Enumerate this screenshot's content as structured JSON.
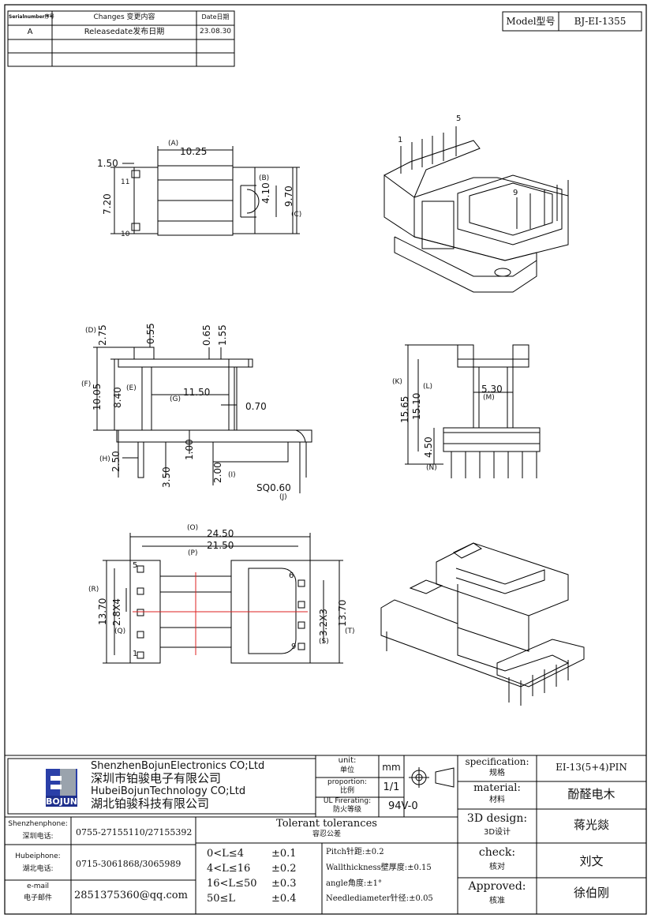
{
  "revision_table": {
    "headers": [
      "Serialnumber序号",
      "Changes 变更内容",
      "Date日期"
    ],
    "rows": [
      {
        "serial": "A",
        "change": "Releasedate发布日期",
        "date": "23.08.30"
      }
    ]
  },
  "model": {
    "label": "Model型号",
    "value": "BJ-EI-1355"
  },
  "views": {
    "top": {
      "dims": [
        "1.50",
        "(A)",
        "10.25",
        "(B)",
        "4.10",
        "9.70",
        "(C)",
        "7.20"
      ],
      "pins": [
        "11",
        "10"
      ]
    },
    "side": {
      "dims": [
        "(D)",
        "2.75",
        "0.55",
        "0.65",
        "1.55",
        "(F)",
        "10.05",
        "8.40",
        "(E)",
        "11.50",
        "(G)",
        "0.70",
        "(H)",
        "2.50",
        "3.50",
        "1.00",
        "2.00",
        "(I)",
        "SQ0.60",
        "(J)"
      ]
    },
    "end": {
      "dims": [
        "(K)",
        "15.65",
        "(L)",
        "15.10",
        "5.30",
        "(M)",
        "4.50",
        "(N)"
      ]
    },
    "bottom": {
      "dims": [
        "(O)",
        "24.50",
        "21.50",
        "(P)",
        "(R)",
        "13.70",
        "2.8X4",
        "(Q)",
        "3.2X3",
        "(S)",
        "13.70",
        "(T)"
      ],
      "pins": [
        "5",
        "1",
        "6",
        "9"
      ]
    },
    "iso": {
      "pins": [
        "1",
        "5",
        "9"
      ]
    }
  },
  "title_block": {
    "company": {
      "lines": [
        "ShenzhenBojunElectronics CO;Ltd",
        "深圳市铂骏电子有限公司",
        "HubeiBojunTechnology CO;Ltd",
        "湖北铂骏科技有限公司"
      ],
      "logo_text": "BOJUN"
    },
    "unit": {
      "label_en": "unit:",
      "label_cn": "单位",
      "value": "mm"
    },
    "proportion": {
      "label_en": "proportion:",
      "label_cn": "比例",
      "value": "1/1"
    },
    "ul": {
      "label_en": "UL Firerating:",
      "label_cn": "防火等级",
      "value": "94V-0"
    },
    "specification": {
      "label_en": "specification:",
      "label_cn": "规格",
      "value": "EI-13(5+4)PIN"
    },
    "material": {
      "label_en": "material:",
      "label_cn": "材料",
      "value": "酚醛电木"
    },
    "design": {
      "label_en": "3D design:",
      "label_cn": "3D设计",
      "value": "蒋光燚"
    },
    "check": {
      "label_en": "check:",
      "label_cn": "核对",
      "value": "刘文"
    },
    "approved": {
      "label_en": "Approved:",
      "label_cn": "核准",
      "value": "徐伯刚"
    },
    "contacts": [
      {
        "label_en": "Shenzhenphone:",
        "label_cn": "深圳电话:",
        "value": "0755-27155110/27155392"
      },
      {
        "label_en": "Hubeiphone:",
        "label_cn": "湖北电话:",
        "value": "0715-3061868/3065989"
      },
      {
        "label_en": "e-mail",
        "label_cn": "电子邮件",
        "value": "2851375360@qq.com"
      }
    ],
    "tolerances": {
      "title_en": "Tolerant tolerances",
      "title_cn": "容忍公差",
      "ranges": [
        {
          "range": "0<L≤4",
          "tol": "±0.1"
        },
        {
          "range": "4<L≤16",
          "tol": "±0.2"
        },
        {
          "range": "16<L≤50",
          "tol": "±0.3"
        },
        {
          "range": "50≤L",
          "tol": "±0.4"
        }
      ],
      "notes": [
        "Pitch针距:±0.2",
        "Wallthickness壁厚度:±0.15",
        "angle角度:±1°",
        "Needlediameter针径:±0.05"
      ]
    }
  }
}
